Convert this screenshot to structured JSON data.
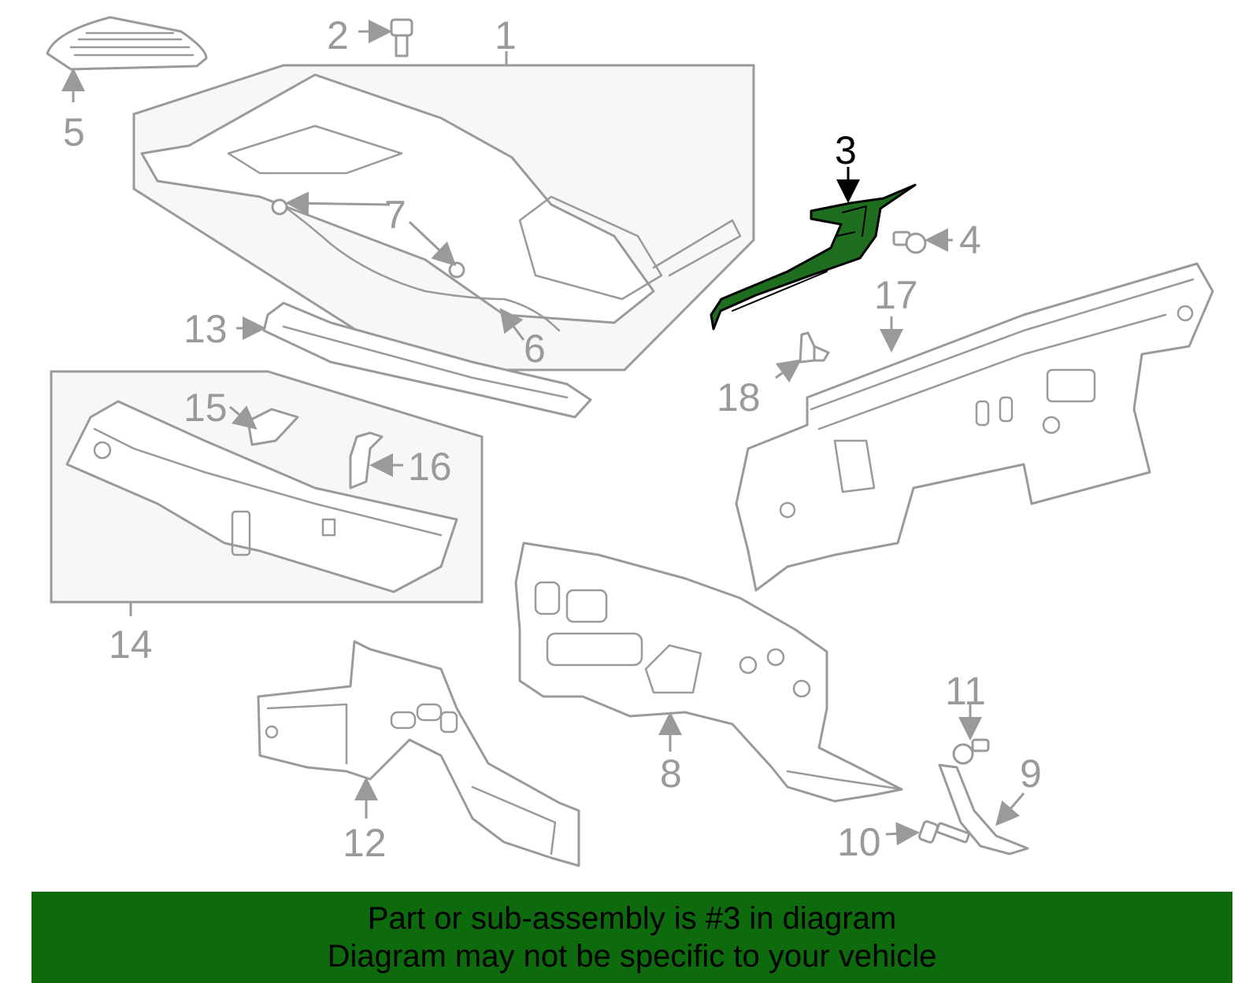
{
  "diagram": {
    "highlight_color": "#1f6e1f",
    "callouts": [
      "1",
      "2",
      "3",
      "4",
      "5",
      "6",
      "7",
      "8",
      "9",
      "10",
      "11",
      "12",
      "13",
      "14",
      "15",
      "16",
      "17",
      "18"
    ]
  },
  "banner": {
    "background": "#0d6a0d",
    "line1": "Part or sub-assembly is #3 in diagram",
    "line2": "Diagram may not be specific to your vehicle"
  }
}
